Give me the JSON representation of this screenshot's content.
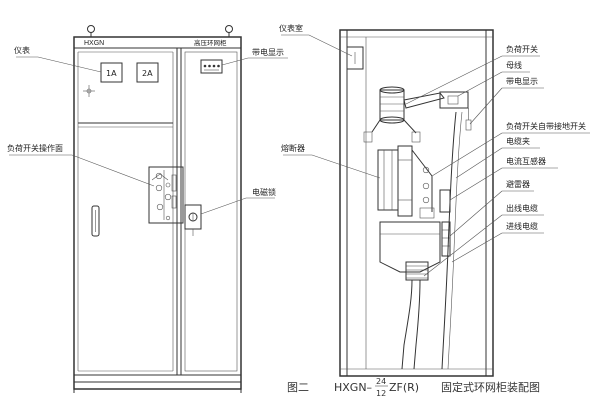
{
  "front_panel": {
    "brand": "HXGN",
    "top_right_label": "高压环网柜",
    "meter_a": "1A",
    "meter_b": "2A",
    "callouts": {
      "meter": "仪表",
      "live_display": "带电显示",
      "switch_panel": "负荷开关操作面",
      "electromagnet": "电磁锁"
    }
  },
  "side_view": {
    "callouts": {
      "meter_room": "仪表室",
      "load_switch": "负荷开关",
      "busbar": "母线",
      "live_display": "带电显示",
      "load_switch_earthing": "负荷开关自带接地开关",
      "cable_clamp": "电缆夹",
      "current_transformer": "电流互感器",
      "surge_arrester": "避雷器",
      "outgoing_cable": "出线电缆",
      "incoming_cable": "进线电缆",
      "fuse": "熔断器"
    }
  },
  "caption": {
    "figure_no": "图二",
    "model_prefix": "HXGN–",
    "model_num": "24",
    "model_den": "12",
    "model_suffix": "ZF(R)",
    "title": "固定式环网柜装配图"
  }
}
